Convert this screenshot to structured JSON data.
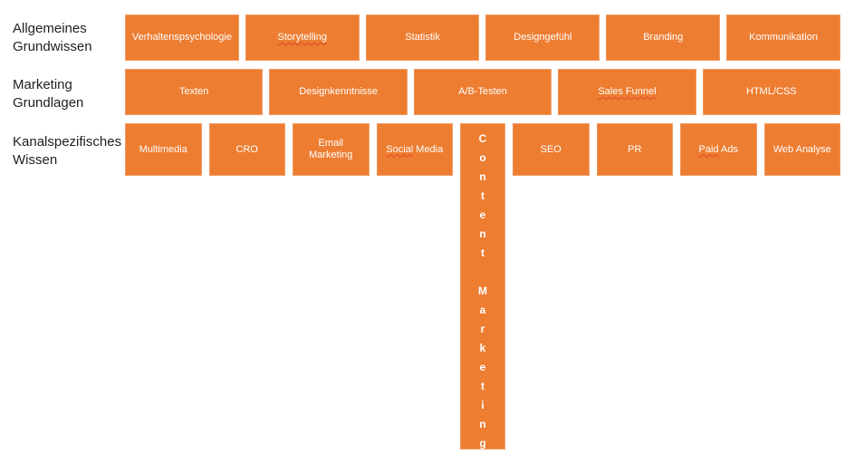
{
  "colors": {
    "box_fill": "#ED7D31",
    "box_border": "#F09B62",
    "box_text": "#FFFFFF",
    "label_text": "#1F1F1F",
    "spellcheck_underline": "#E0472E",
    "background": "#FFFFFF"
  },
  "rows": [
    {
      "label": "Allgemeines Grundwissen",
      "label_lines": [
        "Allgemeines",
        "Grundwissen"
      ],
      "boxes": [
        {
          "label": "Verhaltenspsychologie"
        },
        {
          "label": "Storytelling",
          "misspelled": "Storytelling"
        },
        {
          "label": "Statistik"
        },
        {
          "label": "Designgefühl"
        },
        {
          "label": "Branding"
        },
        {
          "label": "Kommunikation"
        }
      ]
    },
    {
      "label": "Marketing Grundlagen",
      "label_lines": [
        "Marketing",
        "Grundlagen"
      ],
      "boxes": [
        {
          "label": "Texten"
        },
        {
          "label": "Designkenntnisse"
        },
        {
          "label": "A/B-Testen"
        },
        {
          "label": "Sales Funnel",
          "misspelled": "Sales Funnel"
        },
        {
          "label": "HTML/CSS"
        }
      ]
    },
    {
      "label": "Kanalspezifisches Wissen",
      "label_lines": [
        "Kanalspezifisches",
        "Wissen"
      ],
      "boxes": [
        {
          "label": "Multimedia"
        },
        {
          "label": "CRO"
        },
        {
          "label": "Email Marketing"
        },
        {
          "label": "Social Media",
          "misspelled": "Social"
        },
        {
          "type": "vertical",
          "label": "Content Marketing"
        },
        {
          "label": "SEO"
        },
        {
          "label": "PR"
        },
        {
          "label": "Paid Ads",
          "misspelled": "Paid"
        },
        {
          "label": "Web Analyse"
        }
      ]
    }
  ]
}
